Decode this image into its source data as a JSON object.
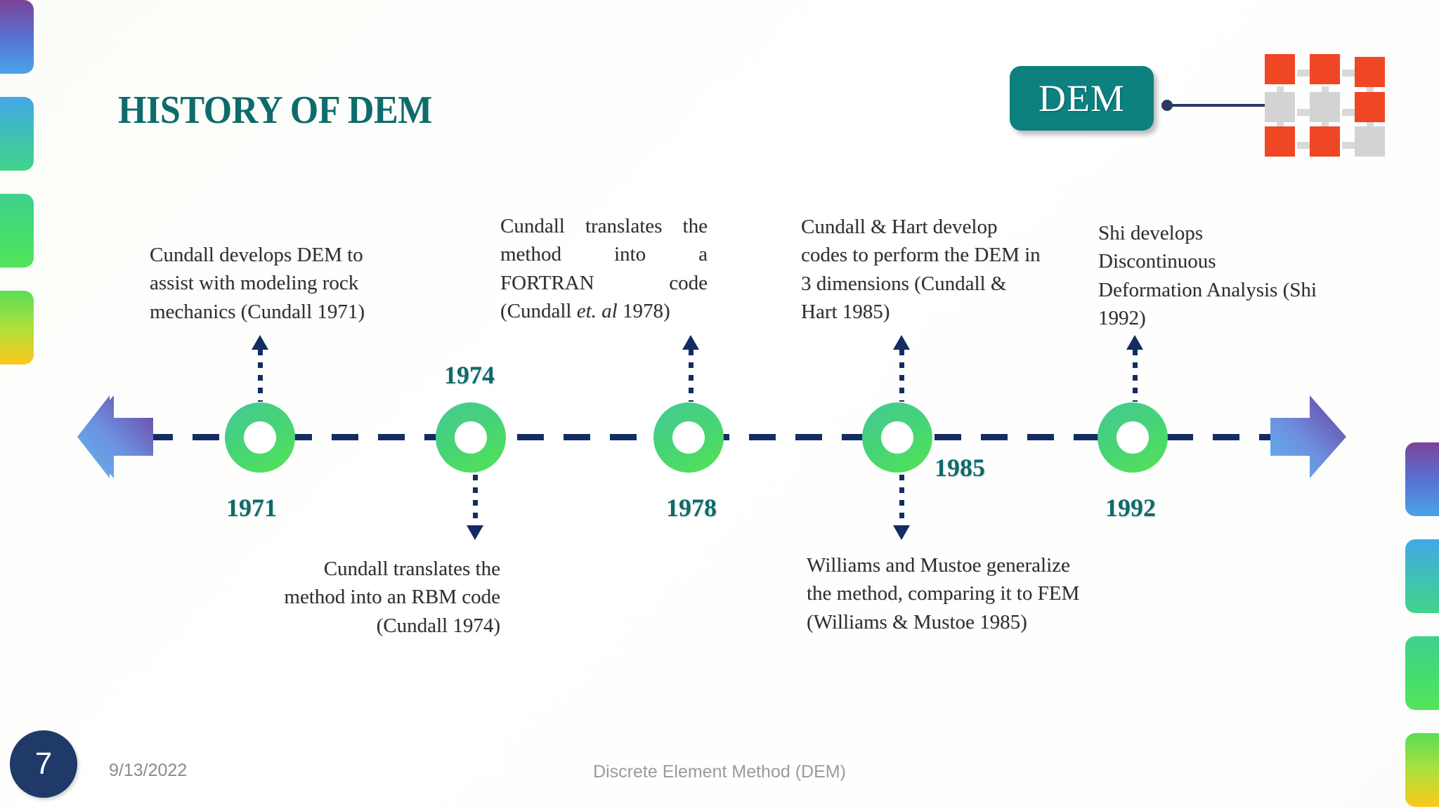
{
  "slide": {
    "title": "HISTORY OF DEM",
    "accent_teal": "#0d6b6b",
    "badge_teal": "#0d8080",
    "navy": "#132c63",
    "node_green": "#46d476",
    "grid_orange": "#ef4623",
    "grid_gray": "#d3d3d3"
  },
  "badge": {
    "label": "DEM"
  },
  "timeline": {
    "nodes": [
      {
        "year": "1971"
      },
      {
        "year": "1974"
      },
      {
        "year": "1978"
      },
      {
        "year": "1985"
      },
      {
        "year": "1992"
      }
    ]
  },
  "events": {
    "above": [
      {
        "id": "event-1971",
        "text": "Cundall develops DEM to assist with modeling rock mechanics (Cundall 1971)"
      },
      {
        "id": "event-1978",
        "text_parts": [
          "Cundall translates the method into a FORTRAN code (Cundall ",
          "et. al",
          " 1978)"
        ]
      },
      {
        "id": "event-1985",
        "text": "Cundall & Hart develop codes to perform the DEM in 3 dimensions (Cundall & Hart 1985)"
      },
      {
        "id": "event-1992",
        "text": "Shi develops Discontinuous Deformation Analysis (Shi 1992)"
      }
    ],
    "below": [
      {
        "id": "event-1974",
        "text": "Cundall translates the method into an RBM code (Cundall 1974)"
      },
      {
        "id": "event-williams-1985",
        "text": "Williams and Mustoe generalize the method, comparing it to FEM (Williams & Mustoe 1985)"
      }
    ]
  },
  "footer": {
    "page_number": "7",
    "date": "9/13/2022",
    "center_text": "Discrete Element Method (DEM)"
  }
}
